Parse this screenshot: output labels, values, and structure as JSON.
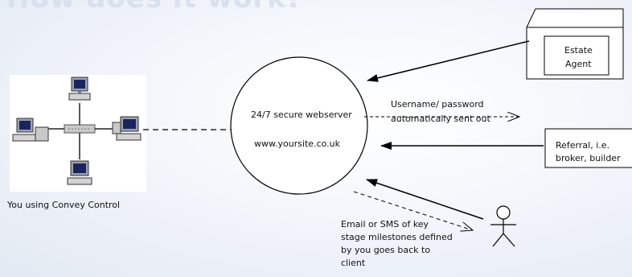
{
  "page": {
    "title": "How does it work?"
  },
  "server": {
    "line1": "24/7 secure webserver",
    "line2": "www.yoursite.co.uk"
  },
  "you": {
    "caption": "You using Convey Control"
  },
  "estate_agent": {
    "line1": "Estate",
    "line2": "Agent"
  },
  "referral": {
    "line1": "Referral, i.e.",
    "line2": "broker, builder"
  },
  "credentials": {
    "line1": "Username/ password",
    "line2": "automatically sent out"
  },
  "client_message": {
    "line1": "Email or SMS of key",
    "line2": "stage milestones defined",
    "line3": "by you goes back to",
    "line4": "client"
  }
}
